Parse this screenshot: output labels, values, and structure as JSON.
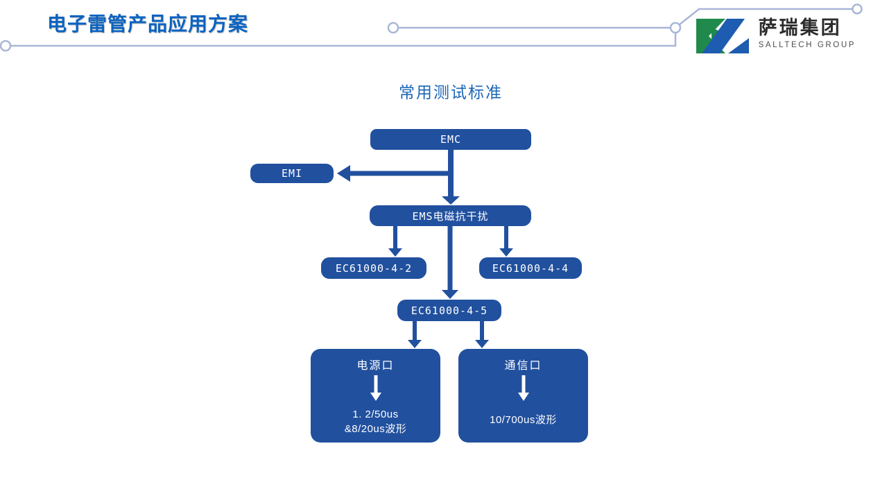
{
  "header": {
    "title": "电子雷管产品应用方案",
    "logo": {
      "name_cn": "萨瑞集团",
      "name_en": "SALLTECH GROUP"
    }
  },
  "diagram": {
    "title": "常用测试标准",
    "nodes": {
      "emc": "EMC",
      "emi": "EMI",
      "ems": "EMS电磁抗干扰",
      "ec61000_4_2": "EC61000-4-2",
      "ec61000_4_4": "EC61000-4-4",
      "ec61000_4_5": "EC61000-4-5",
      "power_port": {
        "label": "电源口",
        "line1": "1. 2/50us",
        "line2": "&8/20us波形"
      },
      "comm_port": {
        "label": "通信口",
        "line1": "10/700us波形"
      }
    }
  },
  "colors": {
    "title_blue": "#0b63c0",
    "diagram_title_blue": "#1a66b6",
    "node_blue": "#21509e",
    "decor_line": "#a9b6d7",
    "logo_green": "#1f8a4c",
    "logo_blue": "#1d5cb0"
  }
}
